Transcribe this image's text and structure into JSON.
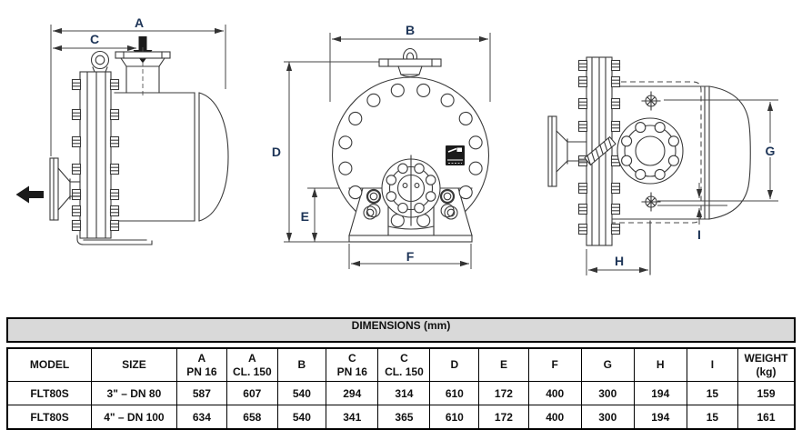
{
  "colors": {
    "dim_label": "#1d3457",
    "table_band_bg": "#d9d9d9",
    "line": "#3a3a3a"
  },
  "drawing": {
    "labels": {
      "A": "A",
      "B": "B",
      "C": "C",
      "D": "D",
      "E": "E",
      "F": "F",
      "G": "G",
      "H": "H",
      "I": "I"
    }
  },
  "table": {
    "title": "DIMENSIONS (mm)",
    "headers": [
      "MODEL",
      "SIZE",
      "A\nPN 16",
      "A\nCL. 150",
      "B",
      "C\nPN 16",
      "C\nCL. 150",
      "D",
      "E",
      "F",
      "G",
      "H",
      "I",
      "WEIGHT\n(kg)"
    ],
    "rows": [
      [
        "FLT80S",
        "3\" – DN 80",
        "587",
        "607",
        "540",
        "294",
        "314",
        "610",
        "172",
        "400",
        "300",
        "194",
        "15",
        "159"
      ],
      [
        "FLT80S",
        "4\" – DN 100",
        "634",
        "658",
        "540",
        "341",
        "365",
        "610",
        "172",
        "400",
        "300",
        "194",
        "15",
        "161"
      ]
    ]
  }
}
